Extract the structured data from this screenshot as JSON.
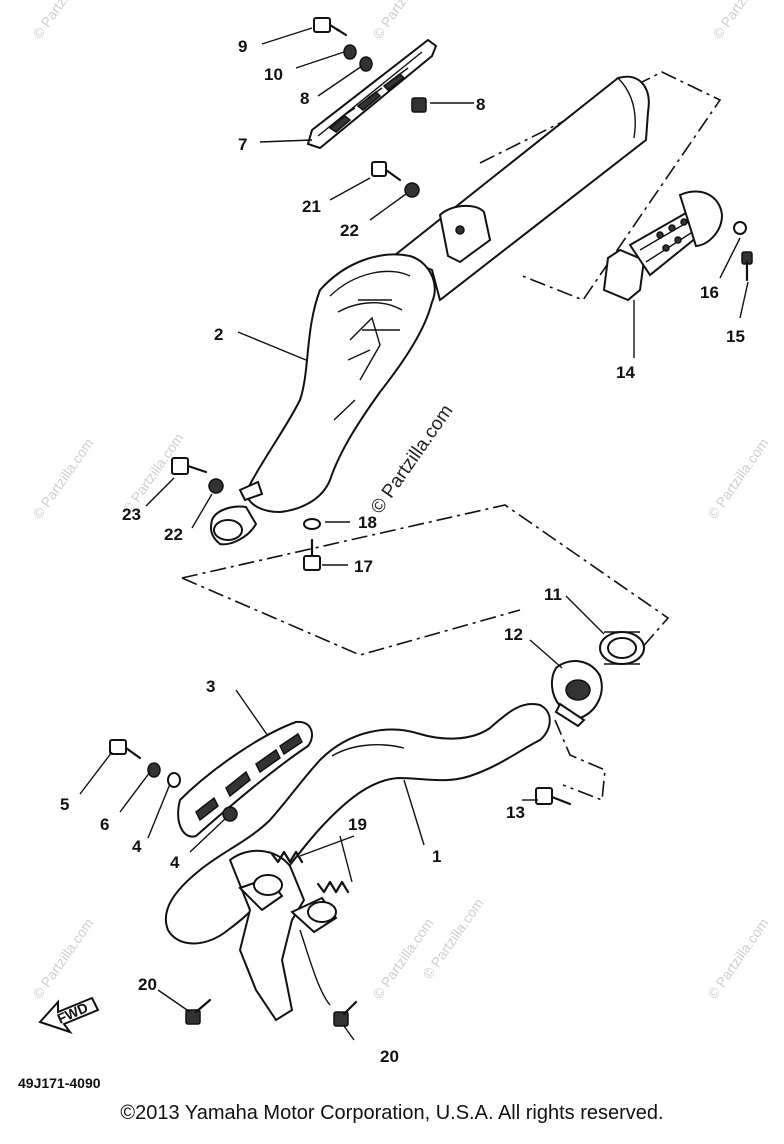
{
  "diagram": {
    "callouts": [
      "1",
      "2",
      "3",
      "4",
      "4",
      "5",
      "6",
      "7",
      "8",
      "8",
      "9",
      "10",
      "11",
      "12",
      "13",
      "14",
      "15",
      "16",
      "17",
      "18",
      "19",
      "20",
      "20",
      "21",
      "22",
      "22",
      "23"
    ],
    "figure_code": "49J171-4090",
    "fwd_label": "FWD",
    "watermark_main": "© Partzilla.com",
    "watermark": "© Partzilla.com",
    "copyright": "©2013 Yamaha Motor Corporation, U.S.A. All rights reserved."
  }
}
